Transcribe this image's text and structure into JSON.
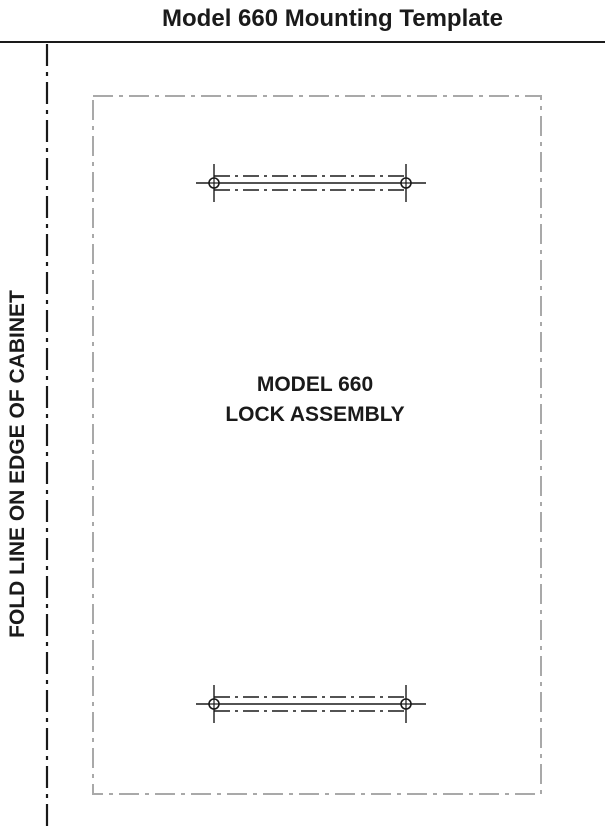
{
  "title": "Model 660 Mounting Template",
  "fold_label": "FOLD LINE ON EDGE OF CABINET",
  "assembly_label": {
    "line1": "MODEL 660",
    "line2": "LOCK ASSEMBLY"
  },
  "colors": {
    "ink": "#1a1a1a",
    "template_outline": "#a9a9a9"
  }
}
